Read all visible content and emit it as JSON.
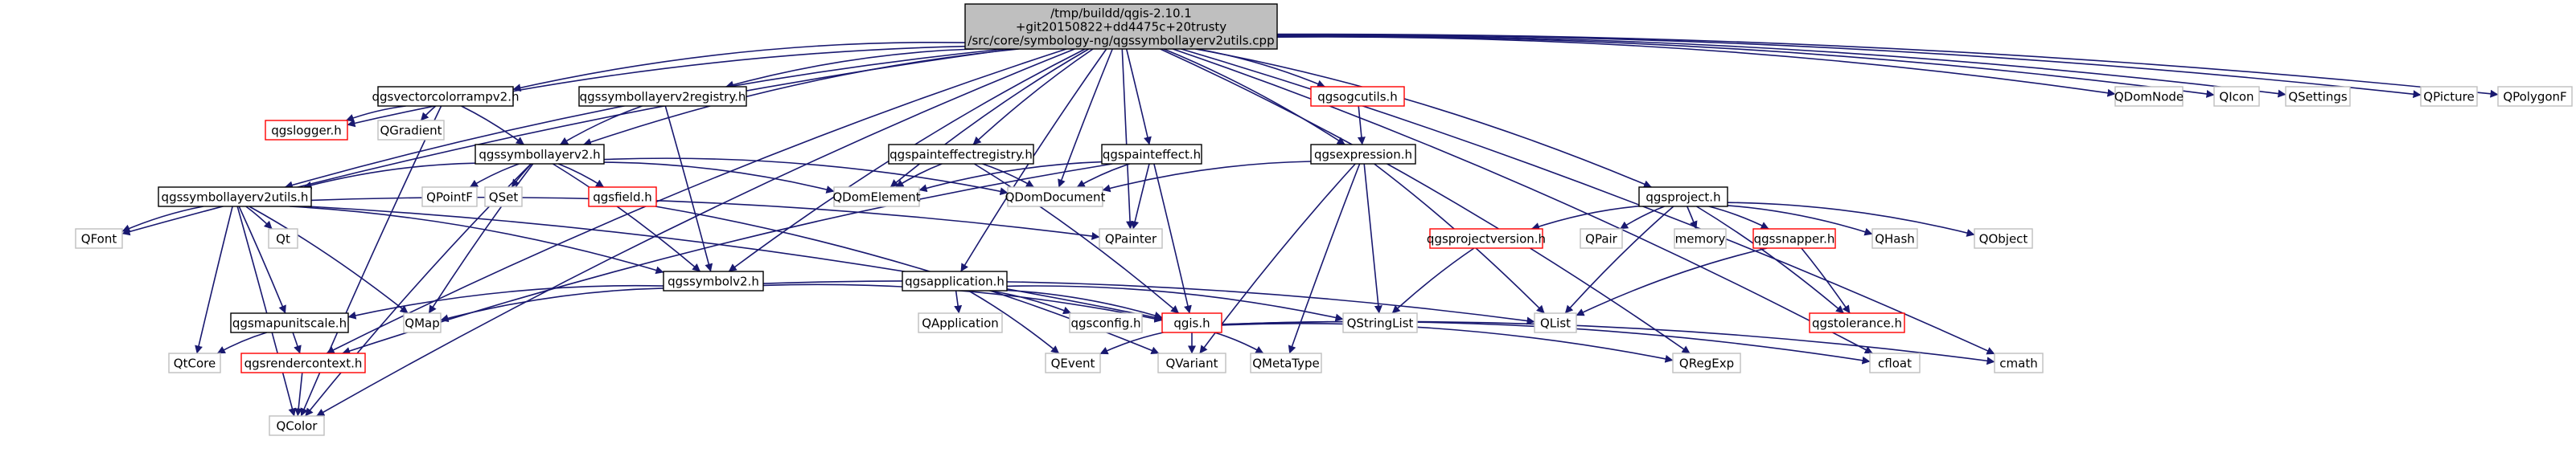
{
  "colors": {
    "edge": "#191970",
    "root_fill": "#bfbfbf",
    "root_border": "#000000",
    "normal_border": "#000000",
    "missing_border": "#bfbfbf",
    "red_border": "#ff0000",
    "fill": "#ffffff"
  },
  "graph": {
    "nodes": [
      {
        "id": "root",
        "lines": [
          "/tmp/buildd/qgis-2.10.1",
          "+git20150822+dd4475c+20trusty",
          "/src/core/symbology-ng/qgssymbollayerv2utils.cpp"
        ],
        "style": "root"
      },
      {
        "id": "vcr",
        "lines": [
          "qgsvectorcolorrampv2.h"
        ],
        "style": "normal"
      },
      {
        "id": "slreg",
        "lines": [
          "qgssymbollayerv2registry.h"
        ],
        "style": "normal"
      },
      {
        "id": "ogcutils",
        "lines": [
          "qgsogcutils.h"
        ],
        "style": "red"
      },
      {
        "id": "qdomnode",
        "lines": [
          "QDomNode"
        ],
        "style": "missing"
      },
      {
        "id": "qicon",
        "lines": [
          "QIcon"
        ],
        "style": "missing"
      },
      {
        "id": "qsettings",
        "lines": [
          "QSettings"
        ],
        "style": "missing"
      },
      {
        "id": "qpicture",
        "lines": [
          "QPicture"
        ],
        "style": "missing"
      },
      {
        "id": "qpolygonf",
        "lines": [
          "QPolygonF"
        ],
        "style": "missing"
      },
      {
        "id": "logger",
        "lines": [
          "qgslogger.h"
        ],
        "style": "red"
      },
      {
        "id": "qgradient",
        "lines": [
          "QGradient"
        ],
        "style": "missing"
      },
      {
        "id": "slv2",
        "lines": [
          "qgssymbollayerv2.h"
        ],
        "style": "normal"
      },
      {
        "id": "peffreg",
        "lines": [
          "qgspainteffectregistry.h"
        ],
        "style": "normal"
      },
      {
        "id": "peff",
        "lines": [
          "qgspainteffect.h"
        ],
        "style": "normal"
      },
      {
        "id": "expr",
        "lines": [
          "qgsexpression.h"
        ],
        "style": "normal"
      },
      {
        "id": "project",
        "lines": [
          "qgsproject.h"
        ],
        "style": "normal"
      },
      {
        "id": "slv2utils",
        "lines": [
          "qgssymbollayerv2utils.h"
        ],
        "style": "normal"
      },
      {
        "id": "qpointf",
        "lines": [
          "QPointF"
        ],
        "style": "missing"
      },
      {
        "id": "qset",
        "lines": [
          "QSet"
        ],
        "style": "missing"
      },
      {
        "id": "field",
        "lines": [
          "qgsfield.h"
        ],
        "style": "red"
      },
      {
        "id": "qdomelement",
        "lines": [
          "QDomElement"
        ],
        "style": "missing"
      },
      {
        "id": "qdomdocument",
        "lines": [
          "QDomDocument"
        ],
        "style": "missing"
      },
      {
        "id": "qfont",
        "lines": [
          "QFont"
        ],
        "style": "missing"
      },
      {
        "id": "qt",
        "lines": [
          "Qt"
        ],
        "style": "missing"
      },
      {
        "id": "qpainter",
        "lines": [
          "QPainter"
        ],
        "style": "missing"
      },
      {
        "id": "projver",
        "lines": [
          "qgsprojectversion.h"
        ],
        "style": "red"
      },
      {
        "id": "qpair",
        "lines": [
          "QPair"
        ],
        "style": "missing"
      },
      {
        "id": "memory",
        "lines": [
          "memory"
        ],
        "style": "missing"
      },
      {
        "id": "snapper",
        "lines": [
          "qgssnapper.h"
        ],
        "style": "red"
      },
      {
        "id": "qhash",
        "lines": [
          "QHash"
        ],
        "style": "missing"
      },
      {
        "id": "qobject",
        "lines": [
          "QObject"
        ],
        "style": "missing"
      },
      {
        "id": "symbolv2",
        "lines": [
          "qgssymbolv2.h"
        ],
        "style": "normal"
      },
      {
        "id": "app",
        "lines": [
          "qgsapplication.h"
        ],
        "style": "normal"
      },
      {
        "id": "qmap",
        "lines": [
          "QMap"
        ],
        "style": "missing"
      },
      {
        "id": "mapunit",
        "lines": [
          "qgsmapunitscale.h"
        ],
        "style": "normal"
      },
      {
        "id": "qapplication",
        "lines": [
          "QApplication"
        ],
        "style": "missing"
      },
      {
        "id": "config",
        "lines": [
          "qgsconfig.h"
        ],
        "style": "missing"
      },
      {
        "id": "qgis",
        "lines": [
          "qgis.h"
        ],
        "style": "red"
      },
      {
        "id": "qstringlist",
        "lines": [
          "QStringList"
        ],
        "style": "missing"
      },
      {
        "id": "qlist",
        "lines": [
          "QList"
        ],
        "style": "missing"
      },
      {
        "id": "tolerance",
        "lines": [
          "qgstolerance.h"
        ],
        "style": "red"
      },
      {
        "id": "qtcore",
        "lines": [
          "QtCore"
        ],
        "style": "missing"
      },
      {
        "id": "rctx",
        "lines": [
          "qgsrendercontext.h"
        ],
        "style": "red"
      },
      {
        "id": "qevent",
        "lines": [
          "QEvent"
        ],
        "style": "missing"
      },
      {
        "id": "qvariant",
        "lines": [
          "QVariant"
        ],
        "style": "missing"
      },
      {
        "id": "qmetatype",
        "lines": [
          "QMetaType"
        ],
        "style": "missing"
      },
      {
        "id": "qregexp",
        "lines": [
          "QRegExp"
        ],
        "style": "missing"
      },
      {
        "id": "cfloat",
        "lines": [
          "cfloat"
        ],
        "style": "missing"
      },
      {
        "id": "cmath",
        "lines": [
          "cmath"
        ],
        "style": "missing"
      },
      {
        "id": "qcolor",
        "lines": [
          "QColor"
        ],
        "style": "missing"
      }
    ],
    "edges": [
      [
        "root",
        "vcr"
      ],
      [
        "root",
        "slreg"
      ],
      [
        "root",
        "ogcutils"
      ],
      [
        "root",
        "qdomnode"
      ],
      [
        "root",
        "qicon"
      ],
      [
        "root",
        "qsettings"
      ],
      [
        "root",
        "qpicture"
      ],
      [
        "root",
        "qpolygonf"
      ],
      [
        "root",
        "logger"
      ],
      [
        "root",
        "slv2"
      ],
      [
        "root",
        "peffreg"
      ],
      [
        "root",
        "peff"
      ],
      [
        "root",
        "expr"
      ],
      [
        "root",
        "project"
      ],
      [
        "root",
        "slv2utils"
      ],
      [
        "root",
        "qdomelement"
      ],
      [
        "root",
        "qdomdocument"
      ],
      [
        "root",
        "qfont"
      ],
      [
        "root",
        "qpainter"
      ],
      [
        "root",
        "symbolv2"
      ],
      [
        "root",
        "app"
      ],
      [
        "root",
        "rctx"
      ],
      [
        "root",
        "qcolor"
      ],
      [
        "root",
        "qregexp"
      ],
      [
        "root",
        "cfloat"
      ],
      [
        "root",
        "cmath"
      ],
      [
        "vcr",
        "logger"
      ],
      [
        "vcr",
        "qgradient"
      ],
      [
        "vcr",
        "slv2"
      ],
      [
        "vcr",
        "qcolor"
      ],
      [
        "slreg",
        "slv2"
      ],
      [
        "slreg",
        "symbolv2"
      ],
      [
        "ogcutils",
        "expr"
      ],
      [
        "slv2",
        "slv2utils"
      ],
      [
        "slv2",
        "qpointf"
      ],
      [
        "slv2",
        "qset"
      ],
      [
        "slv2",
        "field"
      ],
      [
        "slv2",
        "qdomelement"
      ],
      [
        "slv2",
        "qdomdocument"
      ],
      [
        "slv2",
        "symbolv2"
      ],
      [
        "slv2",
        "qmap"
      ],
      [
        "slv2",
        "qcolor"
      ],
      [
        "peffreg",
        "qdomelement"
      ],
      [
        "peffreg",
        "qdomdocument"
      ],
      [
        "peffreg",
        "qgis"
      ],
      [
        "peff",
        "qdomelement"
      ],
      [
        "peff",
        "qdomdocument"
      ],
      [
        "peff",
        "qpainter"
      ],
      [
        "peff",
        "qgis"
      ],
      [
        "peff",
        "rctx"
      ],
      [
        "expr",
        "qdomdocument"
      ],
      [
        "expr",
        "qstringlist"
      ],
      [
        "expr",
        "qlist"
      ],
      [
        "expr",
        "qvariant"
      ],
      [
        "expr",
        "qmetatype"
      ],
      [
        "project",
        "projver"
      ],
      [
        "project",
        "qpair"
      ],
      [
        "project",
        "memory"
      ],
      [
        "project",
        "snapper"
      ],
      [
        "project",
        "qhash"
      ],
      [
        "project",
        "qobject"
      ],
      [
        "project",
        "qlist"
      ],
      [
        "project",
        "tolerance"
      ],
      [
        "slv2utils",
        "qfont"
      ],
      [
        "slv2utils",
        "qt"
      ],
      [
        "slv2utils",
        "qpainter"
      ],
      [
        "slv2utils",
        "symbolv2"
      ],
      [
        "slv2utils",
        "qmap"
      ],
      [
        "slv2utils",
        "mapunit"
      ],
      [
        "slv2utils",
        "qtcore"
      ],
      [
        "slv2utils",
        "qcolor"
      ],
      [
        "slv2utils",
        "qgis"
      ],
      [
        "field",
        "qvariant"
      ],
      [
        "projver",
        "qstringlist"
      ],
      [
        "snapper",
        "qlist"
      ],
      [
        "snapper",
        "tolerance"
      ],
      [
        "symbolv2",
        "qmap"
      ],
      [
        "symbolv2",
        "mapunit"
      ],
      [
        "symbolv2",
        "qgis"
      ],
      [
        "symbolv2",
        "qlist"
      ],
      [
        "app",
        "qapplication"
      ],
      [
        "app",
        "config"
      ],
      [
        "app",
        "qgis"
      ],
      [
        "app",
        "qevent"
      ],
      [
        "app",
        "qstringlist"
      ],
      [
        "mapunit",
        "qtcore"
      ],
      [
        "mapunit",
        "rctx"
      ],
      [
        "qgis",
        "qevent"
      ],
      [
        "qgis",
        "qvariant"
      ],
      [
        "qgis",
        "qmetatype"
      ],
      [
        "qgis",
        "qregexp"
      ],
      [
        "qgis",
        "cfloat"
      ],
      [
        "qgis",
        "cmath"
      ],
      [
        "rctx",
        "qcolor"
      ]
    ]
  }
}
